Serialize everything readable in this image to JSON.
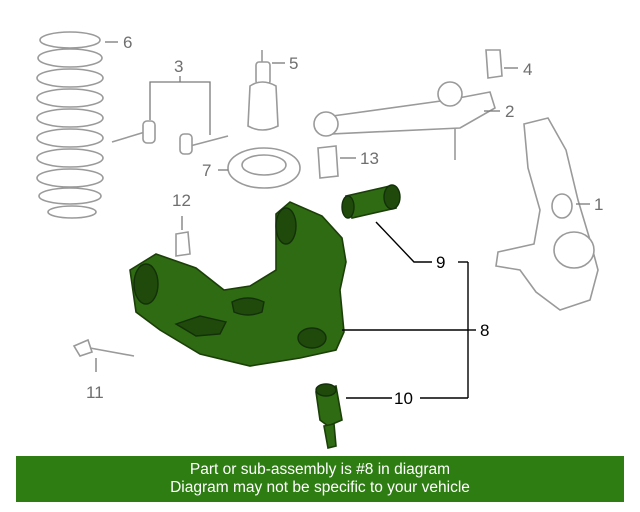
{
  "callouts": {
    "c1": "1",
    "c2": "2",
    "c3": "3",
    "c4": "4",
    "c5": "5",
    "c6": "6",
    "c7": "7",
    "c8": "8",
    "c9": "9",
    "c10": "10",
    "c11": "11",
    "c12": "12",
    "c13": "13"
  },
  "banner": {
    "line1": "Part or sub-assembly is #8 in diagram",
    "line2": "Diagram may not be specific to your vehicle"
  },
  "colors": {
    "highlight": "#2f6b12",
    "banner": "#2e7d12",
    "parts": "#9a9a9a"
  }
}
